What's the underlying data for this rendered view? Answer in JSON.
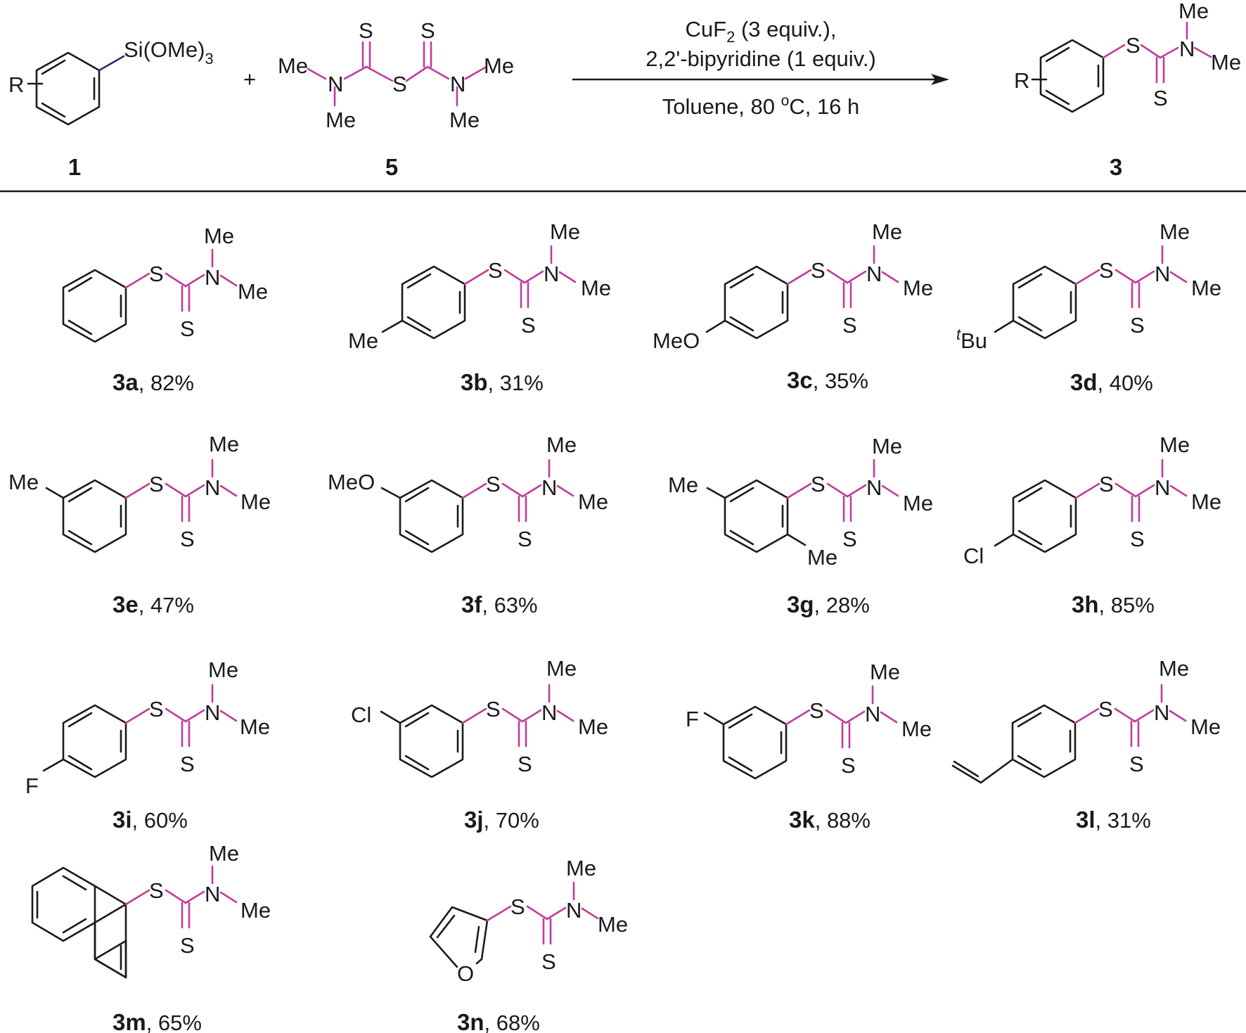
{
  "colors": {
    "bond": "#1a1a1a",
    "thiocarbamate": "#c23a9c",
    "silane": "#2a2a7e"
  },
  "scheme": {
    "reactant_1": {
      "label": "1",
      "substituent": "R",
      "group": "Si(OMe)",
      "group_sub": "3"
    },
    "plus": "+",
    "reactant_5": {
      "label": "5",
      "S": "S",
      "N": "N",
      "Me": "Me"
    },
    "conditions": {
      "line1_pre": "CuF",
      "line1_sub": "2",
      "line1_post": " (3 equiv.),",
      "line2": "2,2'-bipyridine (1 equiv.)",
      "line3_pre": "Toluene, 80 ",
      "line3_sup": "o",
      "line3_post": "C, 16 h"
    },
    "product": {
      "label": "3",
      "substituent": "R"
    }
  },
  "atoms": {
    "S": "S",
    "N": "N",
    "Me": "Me",
    "MeO": "MeO",
    "tBu_sup": "t",
    "tBu": "Bu",
    "Cl": "Cl",
    "F": "F",
    "O": "O"
  },
  "products": [
    {
      "id": "3a",
      "yield": ", 82%"
    },
    {
      "id": "3b",
      "yield": ", 31%"
    },
    {
      "id": "3c",
      "yield": ", 35%"
    },
    {
      "id": "3d",
      "yield": ", 40%"
    },
    {
      "id": "3e",
      "yield": ", 47%"
    },
    {
      "id": "3f",
      "yield": ", 63%"
    },
    {
      "id": "3g",
      "yield": ", 28%"
    },
    {
      "id": "3h",
      "yield": ", 85%"
    },
    {
      "id": "3i",
      "yield": ", 60%"
    },
    {
      "id": "3j",
      "yield": ", 70%"
    },
    {
      "id": "3k",
      "yield": ", 88%"
    },
    {
      "id": "3l",
      "yield": ", 31%"
    },
    {
      "id": "3m",
      "yield": ", 65%"
    },
    {
      "id": "3n",
      "yield": ", 68%"
    }
  ]
}
